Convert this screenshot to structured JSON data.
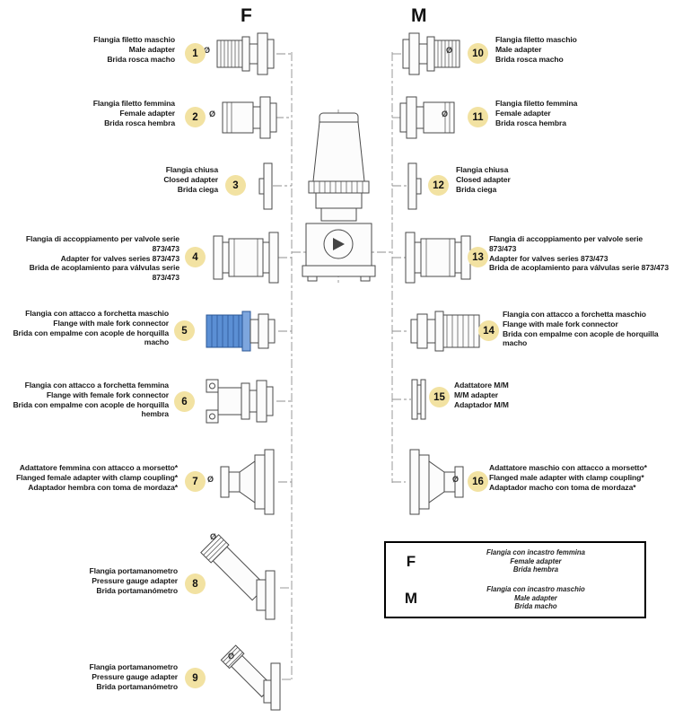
{
  "header": {
    "f": "F",
    "m": "M"
  },
  "diameter_symbol": "Ø",
  "left_items": [
    {
      "number": "1",
      "it": "Flangia filetto maschio",
      "en": "Male adapter",
      "es": "Brida rosca macho"
    },
    {
      "number": "2",
      "it": "Flangia filetto femmina",
      "en": "Female adapter",
      "es": "Brida rosca hembra"
    },
    {
      "number": "3",
      "it": "Flangia chiusa",
      "en": "Closed adapter",
      "es": "Brida ciega"
    },
    {
      "number": "4",
      "it": "Flangia di accoppiamento per valvole serie 873/473",
      "en": "Adapter for valves series 873/473",
      "es": "Brida de acoplamiento para válvulas serie 873/473"
    },
    {
      "number": "5",
      "it": "Flangia con attacco a forchetta maschio",
      "en": "Flange with male fork connector",
      "es": "Brida con empalme con acople de horquilla macho"
    },
    {
      "number": "6",
      "it": "Flangia con attacco a forchetta femmina",
      "en": "Flange with female fork connector",
      "es": "Brida con empalme con acople de horquilla hembra"
    },
    {
      "number": "7",
      "it": "Adattatore femmina con attacco a morsetto*",
      "en": "Flanged female adapter with clamp coupling*",
      "es": "Adaptador hembra con toma de mordaza*"
    },
    {
      "number": "8",
      "it": "Flangia portamanometro",
      "en": "Pressure gauge adapter",
      "es": "Brida portamanómetro"
    },
    {
      "number": "9",
      "it": "Flangia portamanometro",
      "en": "Pressure gauge adapter",
      "es": "Brida portamanómetro"
    }
  ],
  "right_items": [
    {
      "number": "10",
      "it": "Flangia filetto maschio",
      "en": "Male adapter",
      "es": "Brida rosca macho"
    },
    {
      "number": "11",
      "it": "Flangia filetto femmina",
      "en": "Female adapter",
      "es": "Brida rosca hembra"
    },
    {
      "number": "12",
      "it": "Flangia chiusa",
      "en": "Closed adapter",
      "es": "Brida ciega"
    },
    {
      "number": "13",
      "it": "Flangia di accoppiamento per valvole serie 873/473",
      "en": "Adapter for valves series 873/473",
      "es": "Brida de acoplamiento para válvulas serie 873/473"
    },
    {
      "number": "14",
      "it": "Flangia con attacco a forchetta maschio",
      "en": "Flange with male fork connector",
      "es": "Brida con empalme con acople de horquilla macho"
    },
    {
      "number": "15",
      "it": "Adattatore M/M",
      "en": "M/M adapter",
      "es": "Adaptador M/M"
    },
    {
      "number": "16",
      "it": "Adattatore maschio con attacco a morsetto*",
      "en": "Flanged male adapter with clamp coupling*",
      "es": "Adaptador macho con toma de mordaza*"
    }
  ],
  "legend": {
    "f": {
      "label": "F",
      "it": "Flangia con incastro femmina",
      "en": "Female adapter",
      "es": "Brida hembra"
    },
    "m": {
      "label": "M",
      "it": "Flangia con incastro maschio",
      "en": "Male adapter",
      "es": "Brida macho"
    }
  },
  "colors": {
    "badge_fill": "#f2e2a2",
    "fork_blue": "#5b8fd4"
  }
}
